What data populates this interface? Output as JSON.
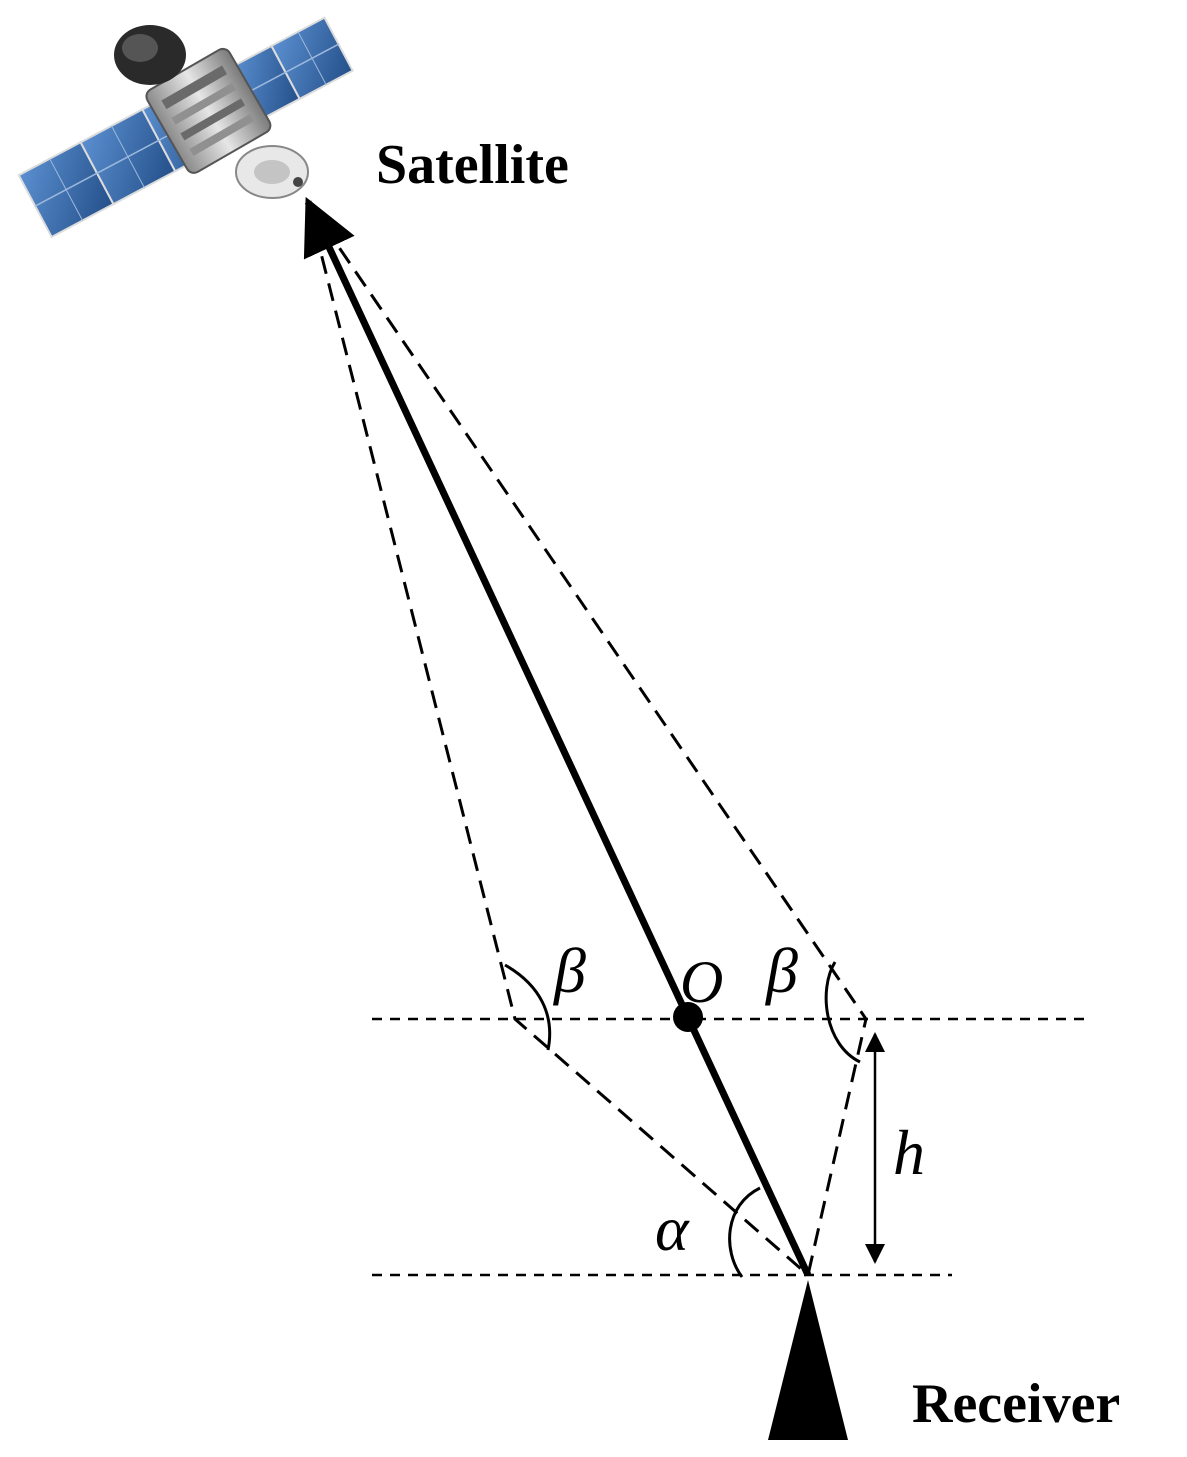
{
  "labels": {
    "satellite": "Satellite",
    "receiver": "Receiver",
    "beta_left": "β",
    "beta_right": "β",
    "origin": "O",
    "height": "h",
    "alpha": "α"
  },
  "colors": {
    "ink": "#000000",
    "background": "#ffffff",
    "solar_panel": "#3a6fb0",
    "solar_panel_dark": "#24508a",
    "satellite_body": "#b8b8b8",
    "satellite_body_dark": "#4a4a4a"
  },
  "icons": {
    "satellite": "satellite-icon",
    "receiver": "receiver-antenna-icon"
  }
}
